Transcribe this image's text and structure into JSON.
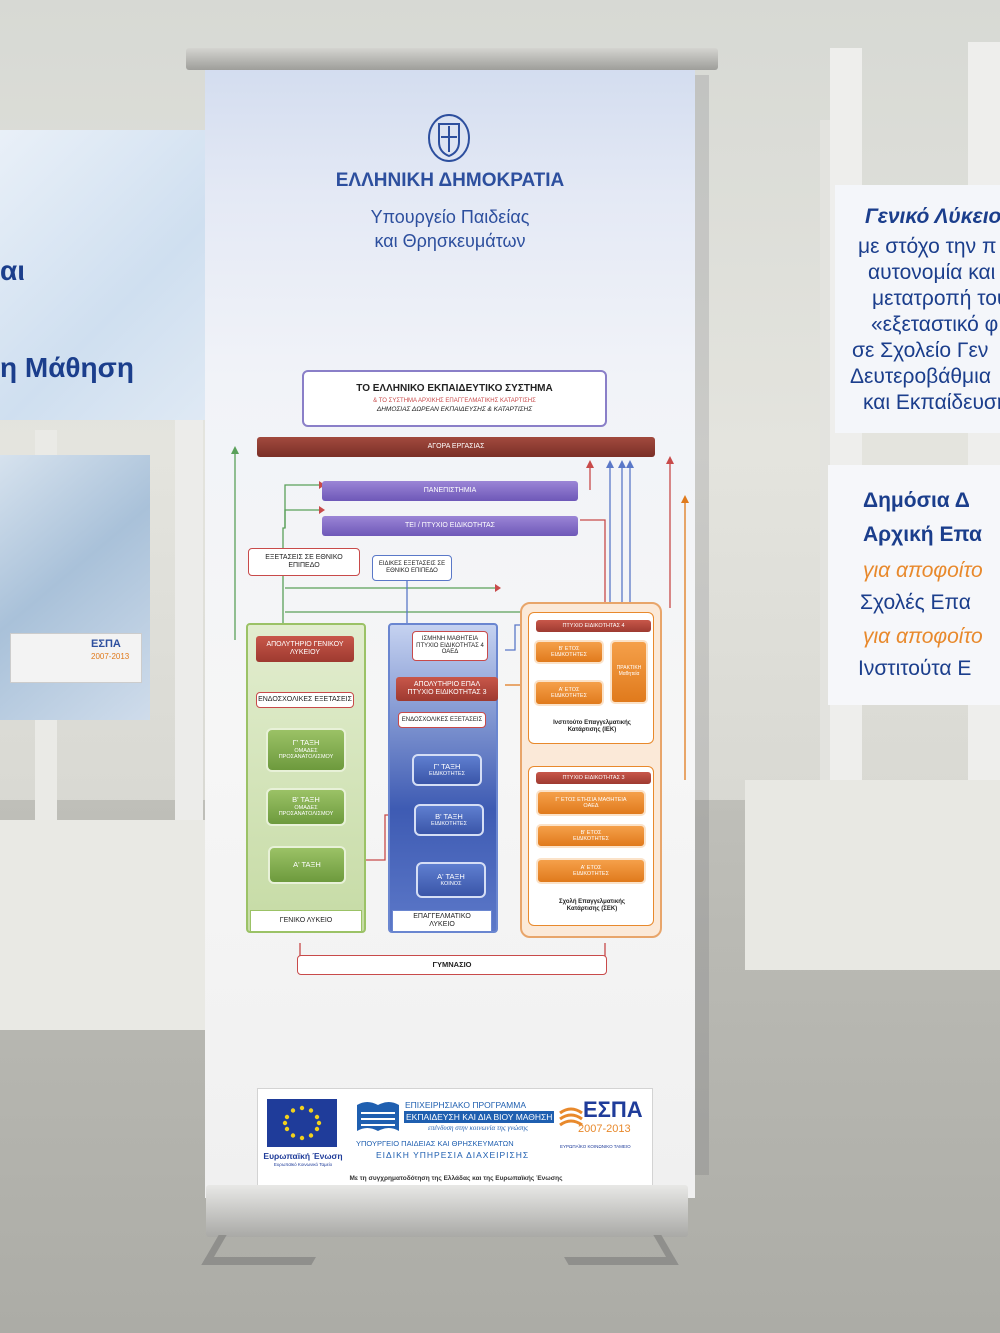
{
  "left_sign": {
    "line1": "αι",
    "line2": "η Μάθηση",
    "esp_logo": "ΕΣΠΑ",
    "esp_years": "2007-2013"
  },
  "right_sign": {
    "lines_top": [
      "Γενικό Λύκειο",
      "με στόχο την π",
      "αυτονομία και",
      "μετατροπή του",
      "«εξεταστικό φ",
      "σε Σχολείο Γεν",
      "Δευτεροβάθμια",
      "και Εκπαίδευση"
    ],
    "lines_bottom": [
      "Δημόσια Δ",
      "Αρχική Επα",
      "για αποφοίτο",
      "Σχολές Επα",
      "για αποφοίτο",
      "Ινστιτούτα Ε"
    ]
  },
  "banner": {
    "republic": "ΕΛΛΗΝΙΚΗ ΔΗΜΟΚΡΑΤΙΑ",
    "ministry_1": "Υπουργείο Παιδείας",
    "ministry_2": "και Θρησκευμάτων",
    "diagram": {
      "title": "ΤΟ ΕΛΛΗΝΙΚΟ ΕΚΠΑΙΔΕΥΤΙΚΟ ΣΥΣΤΗΜΑ",
      "subtitle": "& ΤΟ ΣΥΣΤΗΜΑ ΑΡΧΙΚΗΣ ΕΠΑΓΓΕΛΜΑΤΙΚΗΣ ΚΑΤΑΡΤΙΣΗΣ",
      "subtitle2": "ΔΗΜΟΣΙΑΣ ΔΩΡΕΑΝ ΕΚΠΑΙΔΕΥΣΗΣ & ΚΑΤΑΡΤΙΣΗΣ",
      "labor_market": "ΑΓΟΡΑ ΕΡΓΑΣΙΑΣ",
      "universities": "ΠΑΝΕΠΙΣΤΗΜΙΑ",
      "tei": "ΤΕΙ / ΠΤΥΧΙΟ ΕΙΔΙΚΟΤΗΤΑΣ",
      "national_exams": "ΕΞΕΤΑΣΕΙΣ ΣΕ ΕΘΝΙΚΟ ΕΠΙΠΕΔΟ",
      "special_exams": "ΕΙΔΙΚΕΣ ΕΞΕΤΑΣΕΙΣ ΣΕ ΕΘΝΙΚΟ ΕΠΙΠΕΔΟ",
      "general": {
        "cert": "ΑΠΟΛΥΤΗΡΙΟ ΓΕΝΙΚΟΥ ΛΥΚΕΙΟΥ",
        "exams": "ΕΝΔΟΣΧΟΛΙΚΕΣ ΕΞΕΤΑΣΕΙΣ",
        "c_class": "Γ' ΤΑΞΗ",
        "c_sub": "ΟΜΑΔΕΣ ΠΡΟΣΑΝΑΤΟΛΙΣΜΟΥ",
        "b_class": "Β' ΤΑΞΗ",
        "b_sub": "ΟΜΑΔΕΣ ΠΡΟΣΑΝΑΤΟΛΙΣΜΟΥ",
        "a_class": "Α' ΤΑΞΗ",
        "label": "ΓΕΝΙΚΟ ΛΥΚΕΙΟ"
      },
      "vocational": {
        "apprentice": "ΙΣΜΗΝΗ ΜΑΘΗΤΕΙΑ ΠΤΥΧΙΟ ΕΙΔΙΚΟΤΗΤΑΣ 4 ΟΑΕΔ",
        "cert": "ΑΠΟΛΥΤΗΡΙΟ ΕΠΑΛ ΠΤΥΧΙΟ ΕΙΔΙΚΟΤΗΤΑΣ 3",
        "exams": "ΕΝΔΟΣΧΟΛΙΚΕΣ ΕΞΕΤΑΣΕΙΣ",
        "c_class": "Γ' ΤΑΞΗ",
        "c_sub": "ΕΙΔΙΚΟΤΗΤΕΣ",
        "b_class": "Β' ΤΑΞΗ",
        "b_sub": "ΕΙΔΙΚΟΤΗΤΕΣ",
        "a_class": "Α' ΤΑΞΗ",
        "a_sub": "ΚΟΙΝΟΣ",
        "label": "ΕΠΑΓΓΕΛΜΑΤΙΚΟ ΛΥΚΕΙΟ"
      },
      "iek": {
        "header": "ΠΤΥΧΙΟ ΕΙΔΙΚΟΤΗΤΑΣ 4",
        "b_year": "Β' ΕΤΟΣ ΕΙΔΙΚΟΤΗΤΕΣ",
        "a_year": "Α' ΕΤΟΣ ΕΙΔΙΚΟΤΗΤΕΣ",
        "practice": "ΠΡΑΚΤΙΚΗ Μαθητεία",
        "name": "Ινστιτούτο Επαγγελματικής Κατάρτισης (ΙΕΚ)"
      },
      "sek": {
        "header": "ΠΤΥΧΙΟ ΕΙΔΙΚΟΤΗΤΑΣ 3",
        "c_year": "Γ' ΕΤΟΣ ΕΤΗΣΙΑ ΜΑΘΗΤΕΙΑ ΟΑΕΔ",
        "b_year": "Β' ΕΤΟΣ ΕΙΔΙΚΟΤΗΤΕΣ",
        "a_year": "Α' ΕΤΟΣ ΕΙΔΙΚΟΤΗΤΕΣ",
        "name": "Σχολή Επαγγελματικής Κατάρτισης (ΣΕΚ)"
      },
      "gymnasium": "ΓΥΜΝΑΣΙΟ"
    },
    "logos": {
      "eu_label": "Ευρωπαϊκή Ένωση",
      "eu_sub": "Ευρωπαϊκό Κοινωνικό Ταμείο",
      "op_line1": "ΕΠΙΧΕΙΡΗΣΙΑΚΟ ΠΡΟΓΡΑΜΜΑ",
      "op_line2": "ΕΚΠΑΙΔΕΥΣΗ ΚΑΙ ΔΙΑ ΒΙΟΥ ΜΑΘΗΣΗ",
      "op_line3": "επένδυση στην κοινωνία της γνώσης",
      "ministry_line": "ΥΠΟΥΡΓΕΙΟ ΠΑΙΔΕΙΑΣ ΚΑΙ ΘΡΗΣΚΕΥΜΑΤΩΝ",
      "authority_line": "ΕΙΔΙΚΗ ΥΠΗΡΕΣΙΑ ΔΙΑΧΕΙΡΙΣΗΣ",
      "espa": "ΕΣΠΑ",
      "espa_years": "2007-2013",
      "espa_sub": "ΕΥΡΩΠΑΪΚΟ ΚΟΙΝΩΝΙΚΟ ΤΑΜΕΙΟ",
      "cofund": "Με τη συγχρηματοδότηση της Ελλάδας και της Ευρωπαϊκής Ένωσης"
    }
  },
  "colors": {
    "brand_blue": "#2d4f9e",
    "labor_brown": "#7a2f27",
    "uni_purple": "#7b64c2",
    "general_green": "#7fad4c",
    "vocational_blue": "#4a66bb",
    "training_orange": "#e8892c"
  }
}
